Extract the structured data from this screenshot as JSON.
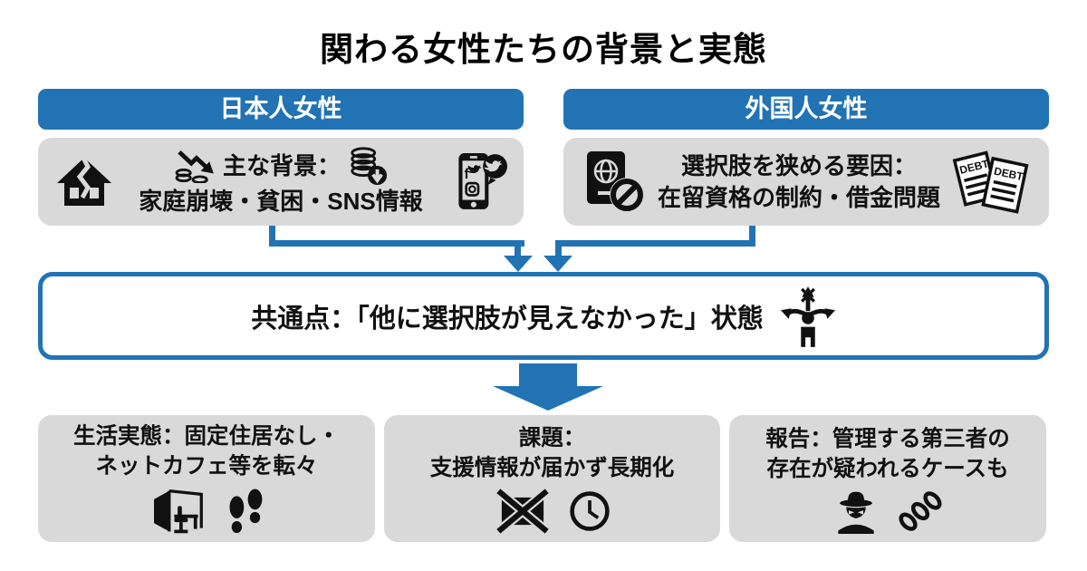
{
  "page": {
    "title": "関わる女性たちの背景と実態"
  },
  "columns": [
    {
      "header": "日本人女性",
      "label_line1": "主な背景：",
      "label_line2": "家庭崩壊・貧困・SNS情報"
    },
    {
      "header": "外国人女性",
      "label_line1": "選択肢を狭める要因：",
      "label_line2": "在留資格の制約・借金問題"
    }
  ],
  "common_box": {
    "text": "共通点：「他に選択肢が見えなかった」状態"
  },
  "outcomes": [
    {
      "line1": "生活実態：固定住居なし・",
      "line2": "ネットカフェ等を転々"
    },
    {
      "line1": "課題：",
      "line2": "支援情報が届かず長期化"
    },
    {
      "line1": "報告：管理する第三者の",
      "line2": "存在が疑われるケースも"
    }
  ],
  "labels": {
    "debt": "DEBT",
    "facebook_f": "f"
  },
  "colors": {
    "accent_blue": "#2173b4",
    "panel_gray": "#d9d9d9",
    "ink": "#111111",
    "background": "#ffffff"
  },
  "icons": {
    "broken-house-icon": "house silhouette with crack",
    "declining-coins-icon": "coins with downward zigzag arrow",
    "coins-down-icon": "coin stack with circled down arrow",
    "smartphone-sns-icon": "smartphone with SNS logos and speech bubble",
    "passport-denied-icon": "passport with prohibition sign",
    "debt-documents-icon": "two tilted DEBT papers",
    "crossroads-person-icon": "person with branching arrows and blocked path",
    "netcafe-booth-icon": "internet cafe cubicle with desk and chair",
    "footprints-icon": "pair of shoe prints",
    "blocked-mail-icon": "envelope crossed out with X",
    "clock-icon": "clock face",
    "spy-icon": "shadowy figure with hat",
    "chain-icon": "chain links"
  }
}
